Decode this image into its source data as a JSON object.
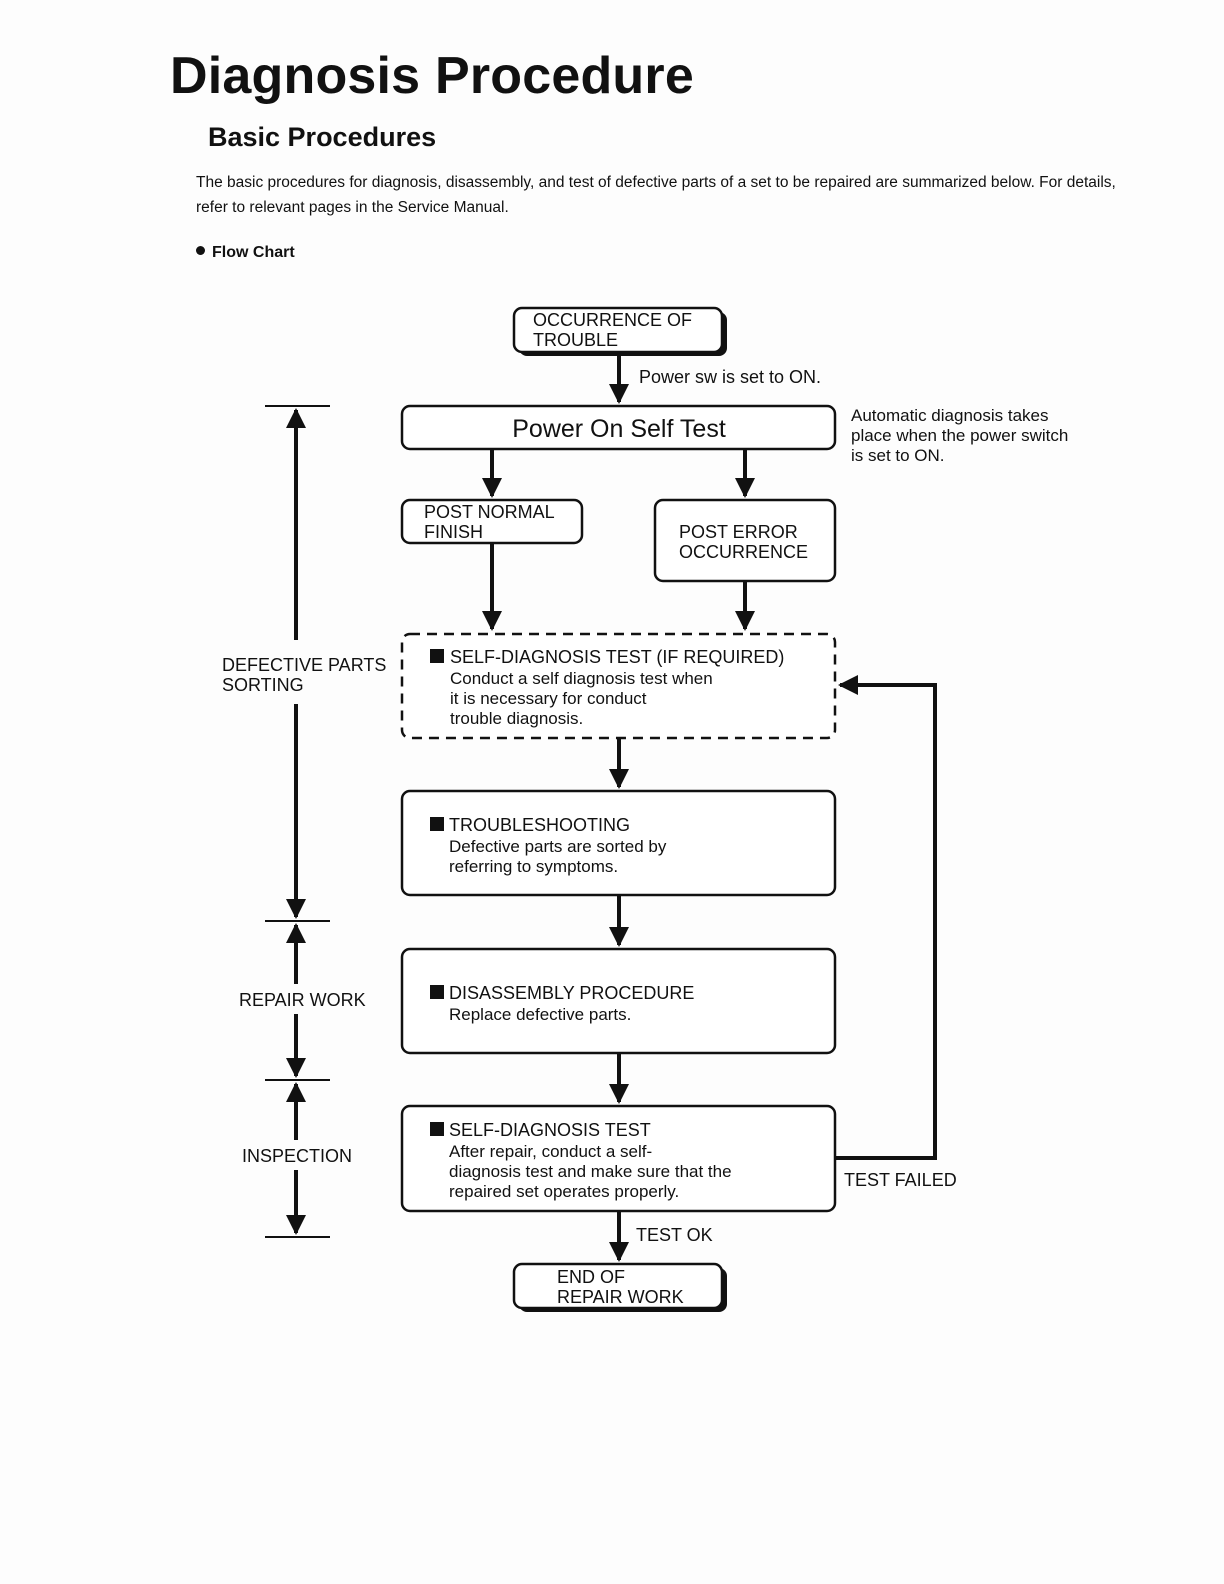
{
  "page": {
    "title": "Diagnosis Procedure",
    "section_title": "Basic Procedures",
    "intro_text": "The basic procedures for diagnosis, disassembly, and test of defective parts of a set to be repaired are summarized below. For details, refer to relevant pages in the Service Manual.",
    "flow_chart_label": "Flow Chart"
  },
  "flowchart": {
    "occurrence": [
      "OCCURRENCE OF",
      "TROUBLE"
    ],
    "power_on_note": "Power sw is set to ON.",
    "post": "Power On Self Test",
    "auto_note": [
      "Automatic diagnosis takes",
      "place when the power switch",
      "is set to ON."
    ],
    "post_normal": [
      "POST NORMAL",
      "FINISH"
    ],
    "post_error": [
      "POST ERROR",
      "OCCURRENCE"
    ],
    "self_diag_required": {
      "title": "SELF-DIAGNOSIS TEST (IF REQUIRED)",
      "lines": [
        "Conduct a self diagnosis test when",
        "it is necessary for conduct",
        "trouble diagnosis."
      ]
    },
    "troubleshooting": {
      "title": "TROUBLESHOOTING",
      "lines": [
        "Defective parts are sorted by",
        "referring to symptoms."
      ]
    },
    "disassembly": {
      "title": "DISASSEMBLY PROCEDURE",
      "lines": [
        "Replace defective parts."
      ]
    },
    "self_diag_test": {
      "title": "SELF-DIAGNOSIS TEST",
      "lines": [
        "After repair, conduct a self-",
        "diagnosis test and make sure that the",
        "repaired set operates properly."
      ]
    },
    "test_failed": "TEST FAILED",
    "test_ok": "TEST OK",
    "end": [
      "END OF",
      "REPAIR WORK"
    ],
    "phase_defective": [
      "DEFECTIVE PARTS",
      "SORTING"
    ],
    "phase_repair": "REPAIR WORK",
    "phase_inspection": "INSPECTION"
  }
}
